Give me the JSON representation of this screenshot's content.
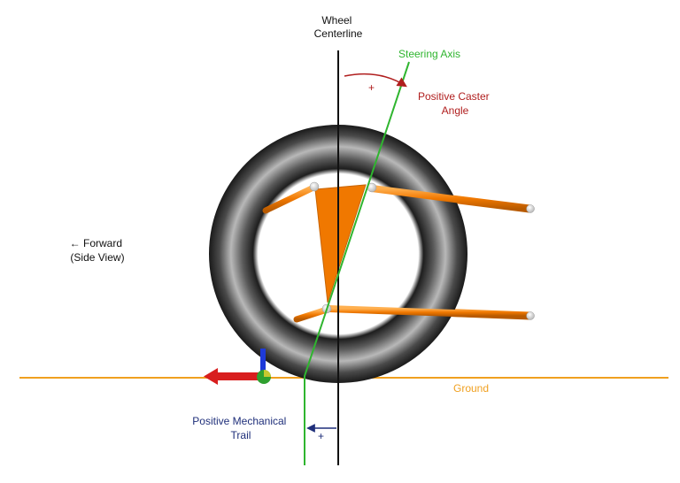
{
  "labels": {
    "wheel_centerline": [
      "Wheel",
      "Centerline"
    ],
    "steering_axis": "Steering Axis",
    "caster": [
      "Positive Caster",
      "Angle"
    ],
    "caster_sign": "+",
    "forward": [
      "← Forward",
      "(Side View)"
    ],
    "ground": "Ground",
    "trail": [
      "Positive Mechanical",
      "Trail"
    ],
    "trail_sign": "+"
  },
  "colors": {
    "centerline": "#111111",
    "steering_axis": "#2fb52f",
    "caster": "#b01e1e",
    "ground": "#f0a020",
    "trail": "#1f2f7a",
    "tire": "#2a2a2a",
    "suspension": "#f07800",
    "axis_x": "#d81e1e",
    "axis_z": "#1e3ad8",
    "axis_y": "#2fa02f"
  },
  "icons": {
    "coordinate_axes": "xyz-axes-gizmo",
    "tire": "tire-ring",
    "upright": "orange-upright-triangle"
  }
}
